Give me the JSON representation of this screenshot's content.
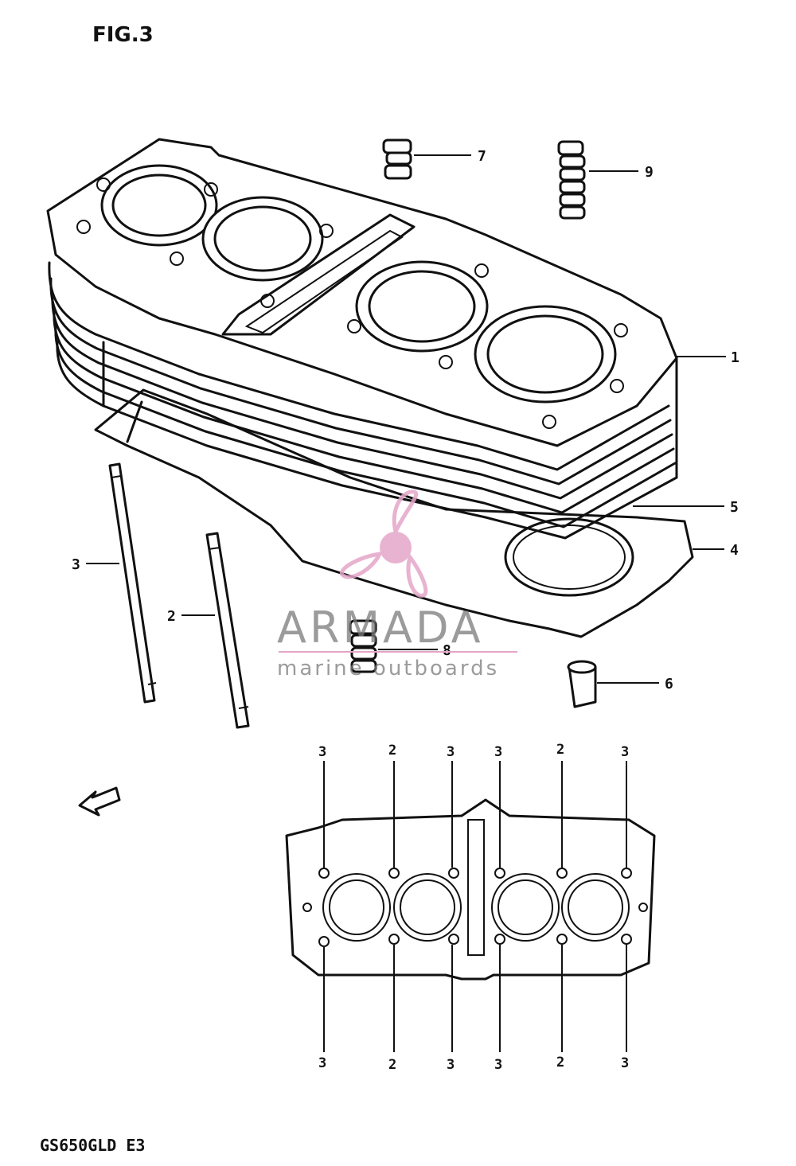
{
  "figure": {
    "title": "FIG.3",
    "model_code": "GS650GLD E3",
    "fwd_label": "FWD"
  },
  "callouts": [
    {
      "id": "1",
      "text": "1"
    },
    {
      "id": "2",
      "text": "2"
    },
    {
      "id": "3",
      "text": "3"
    },
    {
      "id": "4",
      "text": "4"
    },
    {
      "id": "5",
      "text": "5"
    },
    {
      "id": "6",
      "text": "6"
    },
    {
      "id": "7",
      "text": "7"
    },
    {
      "id": "8",
      "text": "8"
    },
    {
      "id": "9",
      "text": "9"
    }
  ],
  "bolt_pattern": {
    "top": [
      "3",
      "2",
      "3",
      "3",
      "2",
      "3"
    ],
    "bottom": [
      "3",
      "2",
      "3",
      "3",
      "2",
      "3"
    ]
  },
  "watermark": {
    "brand": "ARMADA",
    "tagline": "marine outboards",
    "color": "#e4a6c8"
  }
}
